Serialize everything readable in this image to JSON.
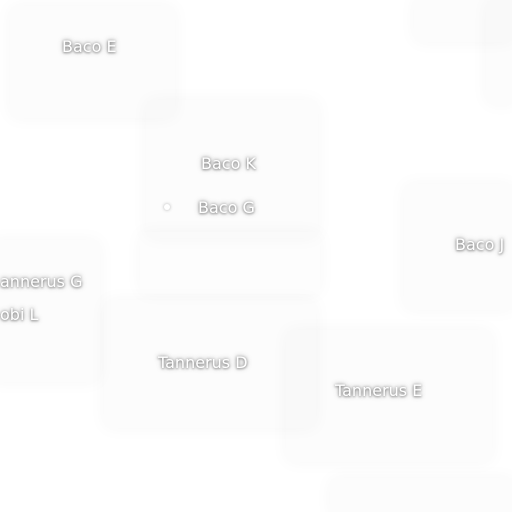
{
  "map": {
    "labels": {
      "baco_e": "Baco E",
      "baco_k": "Baco K",
      "baco_g": "Baco G",
      "baco_j": "Baco J",
      "tannerus_g": "annerus G",
      "obi_l": "obi L",
      "tannerus_d": "Tannerus D",
      "tannerus_e": "Tannerus E"
    }
  }
}
